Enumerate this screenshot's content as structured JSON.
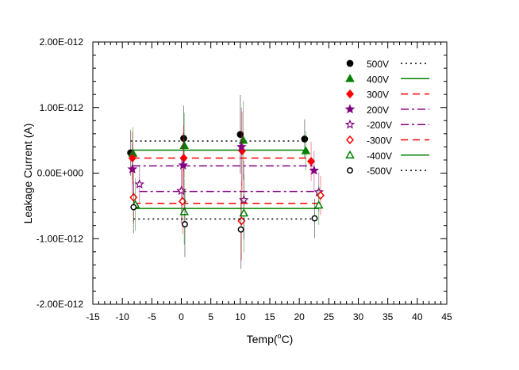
{
  "chart_data": {
    "type": "scatter",
    "xlabel": "Temp(",
    "xlabel_sup": "o",
    "xlabel_end": "C)",
    "ylabel": "Leakage Current (A)",
    "xlim": [
      -15,
      45
    ],
    "ylim": [
      -2e-12,
      2e-12
    ],
    "xticks": [
      -15,
      -10,
      -5,
      0,
      5,
      10,
      15,
      20,
      25,
      30,
      35,
      40,
      45
    ],
    "xtick_labels": [
      "-15",
      "-10",
      "-5",
      "0",
      "5",
      "10",
      "15",
      "20",
      "25",
      "30",
      "35",
      "40",
      "45"
    ],
    "yticks": [
      2e-12,
      1e-12,
      0,
      -1e-12,
      -2e-12
    ],
    "ytick_labels": [
      "2.00E-012",
      "1.00E-012",
      "0.00E+000",
      "-1.00E-012",
      "-2.00E-012"
    ],
    "grid": false,
    "legend_position": "top-right",
    "series": [
      {
        "name": "500V",
        "color": "#000000",
        "marker": "circle-filled",
        "dash": "dotted",
        "x": [
          -8.6,
          0.4,
          10,
          20.9
        ],
        "y": [
          3.1e-13,
          5.3e-13,
          5.9e-13,
          5.2e-13
        ],
        "err": [
          3.5e-13,
          5e-13,
          6e-13,
          3e-13
        ],
        "fit": 4.9e-13
      },
      {
        "name": "400V",
        "color": "#008000",
        "marker": "triangle-filled",
        "dash": "solid",
        "x": [
          -8.2,
          0.5,
          10.5,
          21.1
        ],
        "y": [
          3e-13,
          4.2e-13,
          5e-13,
          3.4e-13
        ],
        "err": [
          4e-13,
          5e-13,
          6e-13,
          3e-13
        ],
        "fit": 3.5e-13
      },
      {
        "name": "300V",
        "color": "#ff0000",
        "marker": "diamond-filled",
        "dash": "dashed",
        "x": [
          -8.3,
          0.4,
          10.3,
          22
        ],
        "y": [
          2.3e-13,
          2.3e-13,
          3.4e-13,
          1.8e-13
        ],
        "err": [
          4e-13,
          5e-13,
          6e-13,
          3e-13
        ],
        "fit": 2.3e-13
      },
      {
        "name": "200V",
        "color": "#800080",
        "marker": "star-filled",
        "dash": "dashdot",
        "x": [
          -8.3,
          0.3,
          10.2,
          22.5
        ],
        "y": [
          6e-14,
          1.2e-13,
          4e-13,
          4e-14
        ],
        "err": [
          4e-13,
          5e-13,
          6e-13,
          3e-13
        ],
        "fit": 1.1e-13
      },
      {
        "name": "-200V",
        "color": "#800080",
        "marker": "star-open",
        "dash": "dashdot",
        "x": [
          -7.1,
          0,
          10.6,
          23.3
        ],
        "y": [
          -1.7e-13,
          -2.7e-13,
          -4.1e-13,
          -2.9e-13
        ],
        "err": [
          3e-13,
          5e-13,
          6e-13,
          3e-13
        ],
        "fit": -2.8e-13
      },
      {
        "name": "-300V",
        "color": "#ff0000",
        "marker": "diamond-open",
        "dash": "dashed",
        "x": [
          -8.1,
          0.2,
          10.2,
          23.6
        ],
        "y": [
          -3.7e-13,
          -4.3e-13,
          -7.3e-13,
          -3.4e-13
        ],
        "err": [
          4e-13,
          5e-13,
          6e-13,
          3e-13
        ],
        "fit": -4.6e-13
      },
      {
        "name": "-400V",
        "color": "#008000",
        "marker": "triangle-open",
        "dash": "solid",
        "x": [
          -7.8,
          0.5,
          10.6,
          23.3
        ],
        "y": [
          -4.8e-13,
          -5.9e-13,
          -6.1e-13,
          -4.9e-13
        ],
        "err": [
          4e-13,
          5e-13,
          6e-13,
          3e-13
        ],
        "fit": -5.4e-13
      },
      {
        "name": "-500V",
        "color": "#000000",
        "marker": "circle-open",
        "dash": "dotted",
        "x": [
          -8.1,
          0.6,
          10.1,
          22.6
        ],
        "y": [
          -5.2e-13,
          -7.8e-13,
          -8.6e-13,
          -6.9e-13
        ],
        "err": [
          4e-13,
          5e-13,
          6e-13,
          3e-13
        ],
        "fit": -7e-13
      }
    ]
  }
}
